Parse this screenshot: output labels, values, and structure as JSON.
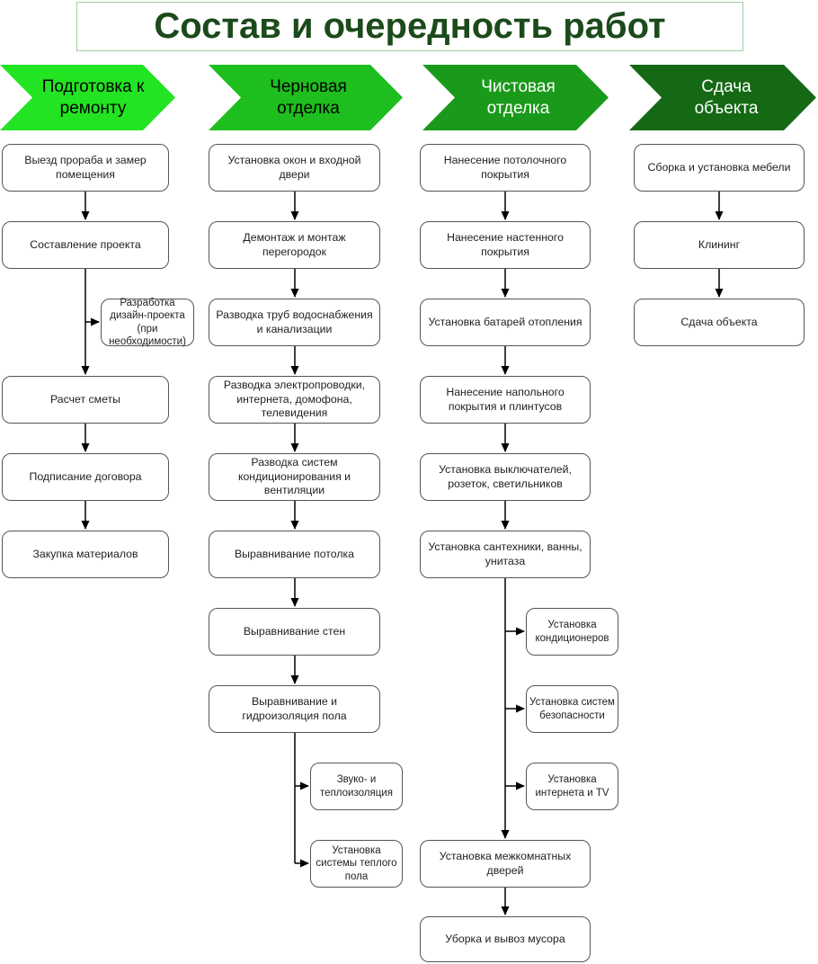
{
  "title": "Состав и очередность работ",
  "colors": {
    "title_text": "#1b4a1b",
    "title_border": "#a3cda3",
    "box_border": "#555555",
    "connector": "#000000"
  },
  "columns": [
    {
      "header": "Подготовка к ремонту",
      "color": "#22e422",
      "text_color": "#000000",
      "nodes": [
        {
          "label": "Выезд прораба и замер помещения",
          "type": "main"
        },
        {
          "label": "Составление проекта",
          "type": "main"
        },
        {
          "label": "Разработка дизайн-проекта (при необходимости)",
          "type": "side"
        },
        {
          "label": "Расчет сметы",
          "type": "main"
        },
        {
          "label": "Подписание договора",
          "type": "main"
        },
        {
          "label": "Закупка материалов",
          "type": "main"
        }
      ]
    },
    {
      "header": "Черновая отделка",
      "color": "#1dbe1d",
      "text_color": "#000000",
      "nodes": [
        {
          "label": "Установка окон и входной двери",
          "type": "main"
        },
        {
          "label": "Демонтаж и монтаж перегородок",
          "type": "main"
        },
        {
          "label": "Разводка труб водоснабжения и канализации",
          "type": "main"
        },
        {
          "label": "Разводка электропроводки, интернета, домофона, телевидения",
          "type": "main"
        },
        {
          "label": "Разводка систем кондиционирования и вентиляции",
          "type": "main"
        },
        {
          "label": "Выравнивание потолка",
          "type": "main"
        },
        {
          "label": "Выравнивание стен",
          "type": "main"
        },
        {
          "label": "Выравнивание и гидроизоляция пола",
          "type": "main"
        },
        {
          "label": "Звуко- и теплоизоляция",
          "type": "side"
        },
        {
          "label": "Установка системы теплого пола",
          "type": "side"
        }
      ]
    },
    {
      "header": "Чистовая отделка",
      "color": "#1a9a1a",
      "text_color": "#ffffff",
      "nodes": [
        {
          "label": "Нанесение потолочного покрытия",
          "type": "main"
        },
        {
          "label": "Нанесение настенного покрытия",
          "type": "main"
        },
        {
          "label": "Установка батарей отопления",
          "type": "main"
        },
        {
          "label": "Нанесение напольного покрытия и плинтусов",
          "type": "main"
        },
        {
          "label": "Установка выключателей, розеток, светильников",
          "type": "main"
        },
        {
          "label": "Установка сантехники, ванны, унитаза",
          "type": "main"
        },
        {
          "label": "Установка кондиционеров",
          "type": "side"
        },
        {
          "label": "Установка систем безопасности",
          "type": "side"
        },
        {
          "label": "Установка интернета и TV",
          "type": "side"
        },
        {
          "label": "Установка межкомнатных дверей",
          "type": "main"
        },
        {
          "label": "Уборка и вывоз мусора",
          "type": "main"
        }
      ]
    },
    {
      "header": "Сдача объекта",
      "color": "#156915",
      "text_color": "#ffffff",
      "nodes": [
        {
          "label": "Сборка и установка мебели",
          "type": "main"
        },
        {
          "label": "Клининг",
          "type": "main"
        },
        {
          "label": "Сдача объекта",
          "type": "main"
        }
      ]
    }
  ]
}
